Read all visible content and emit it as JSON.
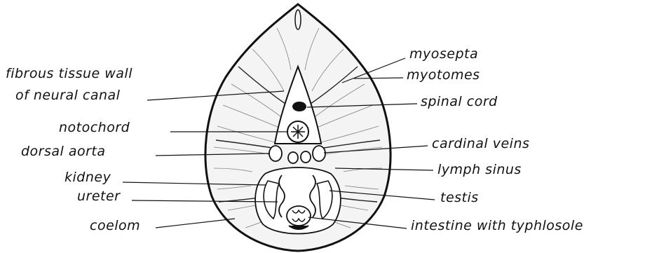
{
  "labels": {
    "left": {
      "fibrous_tissue_1": "fibrous tissue wall",
      "fibrous_tissue_2": "of neural canal",
      "notochord": "notochord",
      "dorsal_aorta": "dorsal aorta",
      "kidney": "kidney",
      "ureter": "ureter",
      "coelom": "coelom"
    },
    "right": {
      "myosepta": "myosepta",
      "myotomes": "myotomes",
      "spinal_cord": "spinal cord",
      "cardinal_veins": "cardinal veins",
      "lymph_sinus": "lymph sinus",
      "testis": "testis",
      "intestine": "intestine with typhlosole"
    }
  }
}
